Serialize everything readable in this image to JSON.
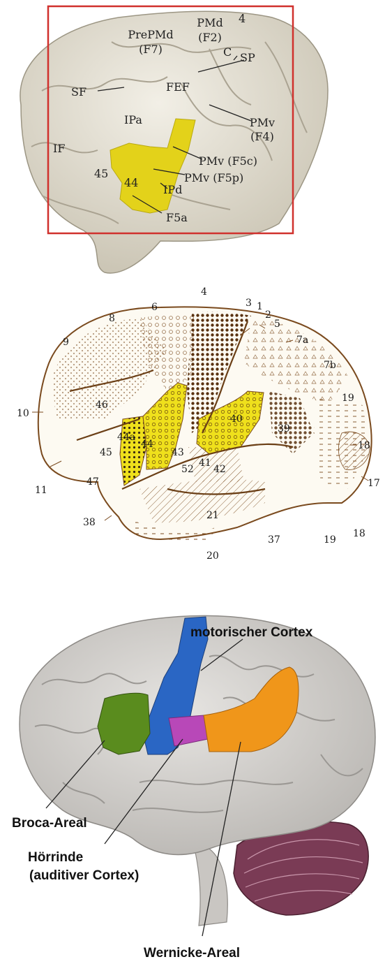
{
  "panel_macaque": {
    "labels": {
      "premd_line1": "PrePMd",
      "premd_line2": "(F7)",
      "pmd_line1": "PMd",
      "pmd_line2": "(F2)",
      "area4": "4",
      "c": "C",
      "sp": "SP",
      "sf": "SF",
      "fef": "FEF",
      "ipa": "IPa",
      "pmv_line1": "PMv",
      "pmv_line2": "(F4)",
      "if": "IF",
      "pmv_f5c": "PMv (F5c)",
      "pmv_f5p": "PMv (F5p)",
      "a45": "45",
      "a44": "44",
      "ipd": "IPd",
      "f5a": "F5a"
    },
    "colors": {
      "highlight": "#e3d21a",
      "frame": "#d0312d",
      "brain": "#e6e2d6"
    }
  },
  "panel_brodmann": {
    "areas": {
      "a4": "4",
      "a3": "3",
      "a1": "1",
      "a2": "2",
      "a5": "5",
      "a6": "6",
      "a8": "8",
      "a7a": "7a",
      "a7b": "7b",
      "a9": "9",
      "a19_top": "19",
      "a10": "10",
      "a46": "46",
      "a40": "40",
      "a39": "39",
      "a18_right": "18",
      "a44a": "44a",
      "a44": "44",
      "a45": "45",
      "a43": "43",
      "a52": "52",
      "a41": "41",
      "a42": "42",
      "a11": "11",
      "a47": "47",
      "a17": "17",
      "a38": "38",
      "a21": "21",
      "a37": "37",
      "a19_bottom": "19",
      "a18_bottom": "18",
      "a20": "20"
    },
    "colors": {
      "highlight": "#efe01c",
      "ink": "#7a4a1e"
    }
  },
  "panel_human": {
    "labels": {
      "motor": "motorischer Cortex",
      "broca": "Broca-Areal",
      "hoer_line1": "Hörrinde",
      "hoer_line2": "(auditiver Cortex)",
      "wernicke": "Wernicke-Areal"
    },
    "colors": {
      "motor": "#2a66c4",
      "broca": "#5a8c1e",
      "auditory": "#b848b8",
      "wernicke": "#f0961a",
      "cerebellum": "#7a3b55",
      "brain": "#d7d5d2"
    }
  }
}
